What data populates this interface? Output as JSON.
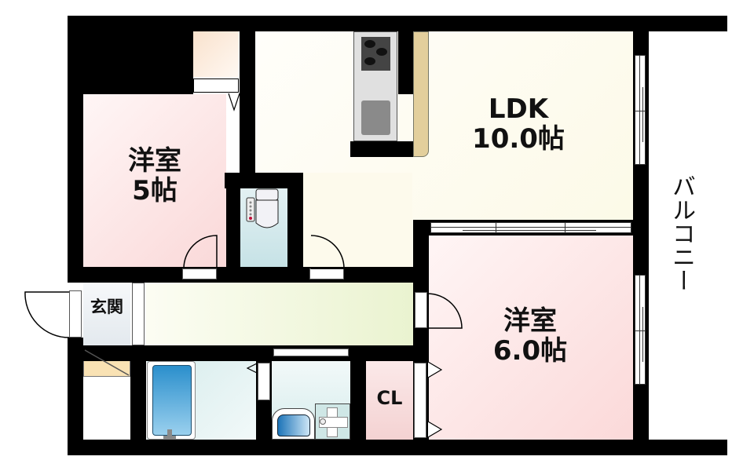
{
  "floor_plan": {
    "rooms": [
      {
        "id": "western-room-1",
        "name": "洋室",
        "size": "5帖"
      },
      {
        "id": "ldk",
        "name": "LDK",
        "size": "10.0帖"
      },
      {
        "id": "western-room-2",
        "name": "洋室",
        "size": "6.0帖"
      },
      {
        "id": "entrance",
        "name": "玄関"
      },
      {
        "id": "closet",
        "name": "CL"
      },
      {
        "id": "balcony",
        "name": "バルコニー"
      }
    ],
    "fixtures": [
      "kitchen-stove",
      "kitchen-sink",
      "toilet",
      "bathtub",
      "washbasin",
      "washing-machine-pan",
      "shoe-cabinet",
      "storage"
    ],
    "colors": {
      "wall": "#000000",
      "western_room": "#fbe3e3",
      "ldk": "#fdfbee",
      "hallway": "#f0f5dc",
      "wet_area": "#dceff0",
      "entrance": "#e6ecf0",
      "closet": "#f8dada",
      "storage": "#fae6d4",
      "counter": "#e3cf9c",
      "shoe_cabinet": "#f9e2b4",
      "bathtub": "#3b9ed6"
    }
  }
}
